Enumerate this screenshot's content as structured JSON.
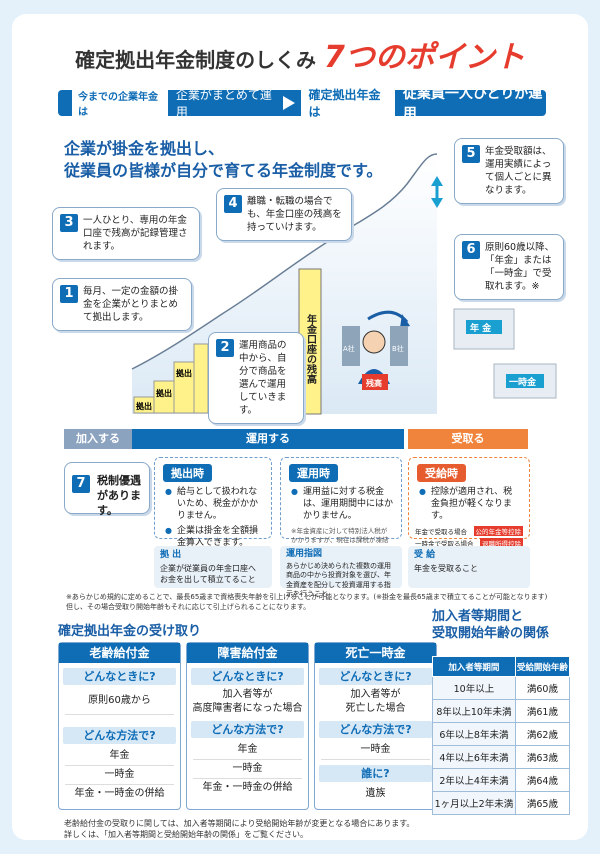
{
  "title": {
    "main": "確定拠出年金制度のしくみ",
    "accent": "7つのポイント"
  },
  "bar": {
    "old_label": "今までの企業年金は",
    "old_text": "企業がまとめて運用",
    "new_label": "確定拠出年金は",
    "new_text": "従業員一人ひとりが運用"
  },
  "lead": {
    "line1": "企業が掛金を拠出し、",
    "line2": "従業員の皆様が自分で育てる年金制度です。"
  },
  "points": [
    {
      "num": "1",
      "text": "毎月、一定の金額の掛金を企業がとりまとめて拠出します。"
    },
    {
      "num": "2",
      "text": "運用商品の中から、自分で商品を選んで運用していきます。"
    },
    {
      "num": "3",
      "text": "一人ひとり、専用の年金口座で残高が記録管理されます。"
    },
    {
      "num": "4",
      "text": "離職・転職の場合でも、年金口座の残高を持っていけます。"
    },
    {
      "num": "5",
      "text": "年金受取額は、運用実績によって個人ごとに異なります。"
    },
    {
      "num": "6",
      "text": "原則60歳以降、「年金」または「一時金」で受取れます。※"
    },
    {
      "num": "7",
      "text": "税制優遇があります。"
    }
  ],
  "diagram": {
    "kyoshutsu": "拠出",
    "balance": "年金口座の残高",
    "a_company": "A社",
    "b_company": "B社",
    "balance_card": "残高",
    "pension": "年 金",
    "lump": "一時金"
  },
  "phases": {
    "join": "加入する",
    "operate": "運用する",
    "receive": "受取る"
  },
  "tax": {
    "contrib": {
      "head": "拠出時",
      "items": [
        "給与として扱われないため、税金がかかりません。",
        "企業は掛金を全額損金算入できます。"
      ]
    },
    "operate": {
      "head": "運用時",
      "items": [
        "運用益に対する税金は、運用期間中にはかかりません。"
      ],
      "note": "※年金資産に対して特別法人税がかかりますが、現在は課税が凍結されています。"
    },
    "receive": {
      "head": "受給時",
      "items": [
        "控除が適用され、税金負担が軽くなります。"
      ],
      "r1": "年金で受取る場合",
      "r1tag": "公的年金等控除",
      "r2": "一時金で受取る場合",
      "r2tag": "退職所得控除"
    }
  },
  "defs": [
    {
      "head": "拠 出",
      "text": "企業が従業員の年金口座へ お金を出して積立てること"
    },
    {
      "head": "運用指図",
      "text": "あらかじめ決められた複数の運用商品の中から投資対象を選び、年金資産を配分して投資運用する指示を行うこと"
    },
    {
      "head": "受 給",
      "text": "年金を受取ること"
    }
  ],
  "footnote": {
    "line1": "※あらかじめ規約に定めることで、最長65歳まで資格喪失年齢を引上げることが可能となります。(※掛金を最長65歳まで積立てることが可能となります)",
    "line2": "但し、その場合受取り開始年齢もそれに応じて引上げられることになります。"
  },
  "receipt": {
    "heading": "確定拠出年金の受け取り",
    "cards": [
      {
        "name": "老齢給付金",
        "q1": "どんなときに?",
        "a1": [
          "原則60歳から"
        ],
        "q2": "どんな方法で?",
        "a2": [
          "年金",
          "一時金",
          "年金・一時金の併給"
        ]
      },
      {
        "name": "障害給付金",
        "q1": "どんなときに?",
        "a1": [
          "加入者等が",
          "高度障害者になった場合"
        ],
        "q2": "どんな方法で?",
        "a2": [
          "年金",
          "一時金",
          "年金・一時金の併給"
        ]
      },
      {
        "name": "死亡一時金",
        "q1": "どんなときに?",
        "a1": [
          "加入者等が",
          "死亡した場合"
        ],
        "q2": "どんな方法で?",
        "a2": [
          "一時金"
        ],
        "q3": "誰に?",
        "a3": [
          "遺族"
        ]
      }
    ]
  },
  "age_table": {
    "heading1": "加入者等期間と",
    "heading2": "受取開始年齢の関係",
    "headers": [
      "加入者等期間",
      "受給開始年齢"
    ],
    "rows": [
      [
        "10年以上",
        "満60歳"
      ],
      [
        "8年以上10年未満",
        "満61歳"
      ],
      [
        "6年以上8年未満",
        "満62歳"
      ],
      [
        "4年以上6年未満",
        "満63歳"
      ],
      [
        "2年以上4年未満",
        "満64歳"
      ],
      [
        "1ヶ月以上2年未満",
        "満65歳"
      ]
    ]
  },
  "bottom_note": {
    "line1": "老齢給付金の受取りに関しては、加入者等期間により受給開始年齢が変更となる場合にあります。",
    "line2": "詳しくは、「加入者等期間と受給開始年齢の関係」をご覧ください。"
  },
  "colors": {
    "primary": "#0f6db6",
    "accent_red": "#e63c2e",
    "receive_orange": "#f0843c",
    "join_gray": "#8ba3bf",
    "yellow": "#fff28a"
  }
}
